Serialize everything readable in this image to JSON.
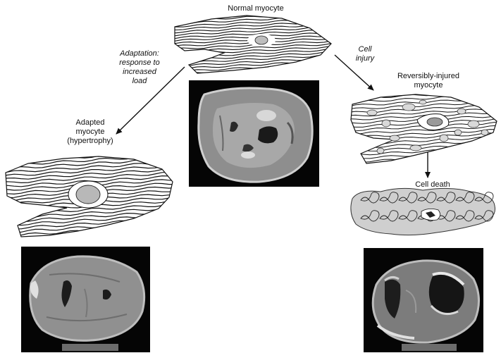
{
  "labels": {
    "normal": "Normal myocyte",
    "adaptation": [
      "Adaptation:",
      "response to",
      "increased",
      "load"
    ],
    "cell_injury": [
      "Cell",
      "injury"
    ],
    "adapted": [
      "Adapted",
      "myocyte",
      "(hypertrophy)"
    ],
    "reversibly_injured": [
      "Reversibly-injured",
      "myocyte"
    ],
    "cell_death": "Cell death"
  }
}
